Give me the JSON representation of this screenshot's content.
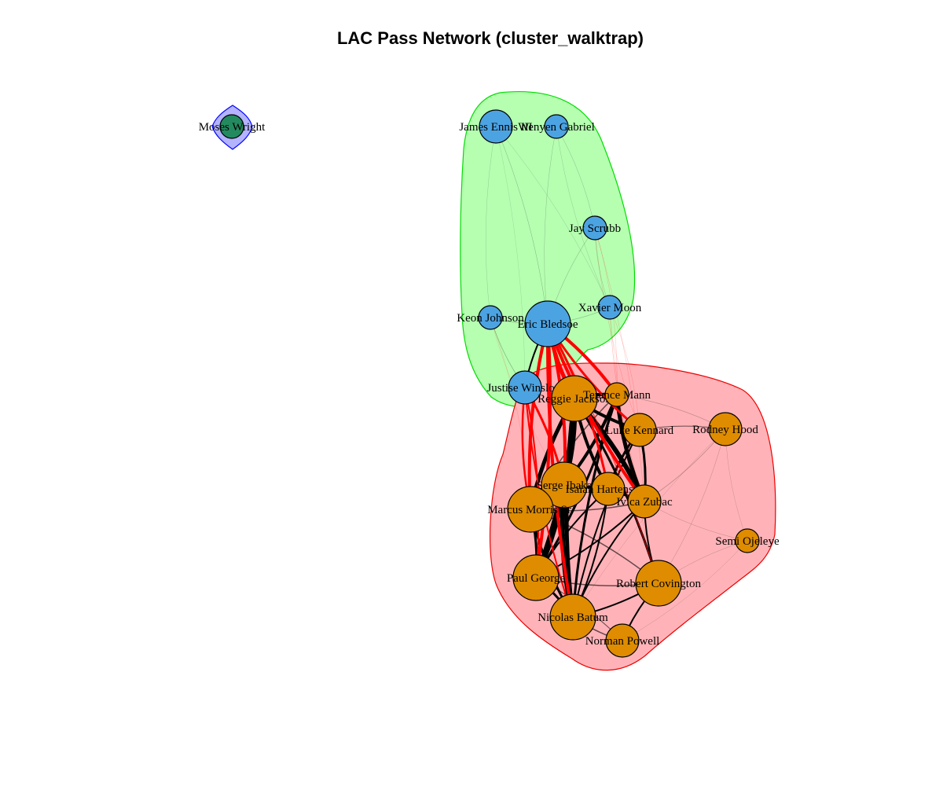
{
  "title": "LAC Pass Network (cluster_walktrap)",
  "colors": {
    "cluster_fill": [
      "#b3b3ff",
      "#b6ffb1",
      "#ffb3b8"
    ],
    "cluster_stroke": [
      "#0000ff",
      "#00dd00",
      "#ee0000"
    ],
    "node_fill": [
      "#238a5f",
      "#4ca3e2",
      "#df8c00"
    ],
    "intra_edge": "#000000",
    "inter_edge": "#ff0000",
    "node_stroke": "#000000"
  },
  "nodes": [
    {
      "id": "moses-wright",
      "label": "Moses Wright",
      "group": 0,
      "size": "small"
    },
    {
      "id": "james-ennis-iii",
      "label": "James Ennis III",
      "group": 1,
      "size": "medium"
    },
    {
      "id": "wenyen-gabriel",
      "label": "Wenyen Gabriel",
      "group": 1,
      "size": "small"
    },
    {
      "id": "jay-scrubb",
      "label": "Jay Scrubb",
      "group": 1,
      "size": "small"
    },
    {
      "id": "xavier-moon",
      "label": "Xavier Moon",
      "group": 1,
      "size": "small"
    },
    {
      "id": "keon-johnson",
      "label": "Keon Johnson",
      "group": 1,
      "size": "small"
    },
    {
      "id": "eric-bledsoe",
      "label": "Eric Bledsoe",
      "group": 1,
      "size": "large"
    },
    {
      "id": "justise-winslow",
      "label": "Justise Winslow",
      "group": 1,
      "size": "medium"
    },
    {
      "id": "reggie-jackson",
      "label": "Reggie Jackson",
      "group": 2,
      "size": "large"
    },
    {
      "id": "terance-mann",
      "label": "Terance Mann",
      "group": 2,
      "size": "small"
    },
    {
      "id": "luke-kennard",
      "label": "Luke Kennard",
      "group": 2,
      "size": "medium"
    },
    {
      "id": "rodney-hood",
      "label": "Rodney Hood",
      "group": 2,
      "size": "medium"
    },
    {
      "id": "serge-ibaka",
      "label": "Serge Ibaka",
      "group": 2,
      "size": "large"
    },
    {
      "id": "isaiah-hartenstein",
      "label": "Isaiah Hartenstein",
      "group": 2,
      "size": "medium"
    },
    {
      "id": "ivica-zubac",
      "label": "Ivica Zubac",
      "group": 2,
      "size": "medium"
    },
    {
      "id": "marcus-morris-sr",
      "label": "Marcus Morris Sr.",
      "group": 2,
      "size": "large"
    },
    {
      "id": "semi-ojeleye",
      "label": "Semi Ojeleye",
      "group": 2,
      "size": "small"
    },
    {
      "id": "paul-george",
      "label": "Paul George",
      "group": 2,
      "size": "large"
    },
    {
      "id": "robert-covington",
      "label": "Robert Covington",
      "group": 2,
      "size": "large"
    },
    {
      "id": "nicolas-batum",
      "label": "Nicolas Batum",
      "group": 2,
      "size": "large"
    },
    {
      "id": "norman-powell",
      "label": "Norman Powell",
      "group": 2,
      "size": "medium"
    }
  ]
}
